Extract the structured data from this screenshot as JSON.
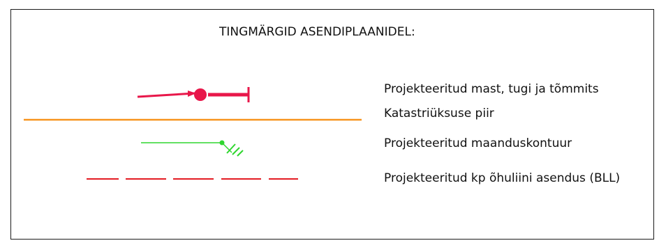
{
  "legend": {
    "title": "TINGMÄRGID ASENDIPLAANIDEL:",
    "items": [
      {
        "label": "Projekteeritud mast, tugi ja tõmmits",
        "symbol": "mast-support-guy-symbol",
        "color": "#E8174A"
      },
      {
        "label": "Katastriüksuse piir",
        "symbol": "cadastral-boundary-line",
        "color": "#F7941D"
      },
      {
        "label": "Projekteeritud maanduskontuur",
        "symbol": "grounding-contour-symbol",
        "color": "#2FD62F"
      },
      {
        "label": "Projekteeritud kp õhuliini asendus (BLL)",
        "symbol": "overhead-line-dashed",
        "color": "#E31B23"
      }
    ]
  }
}
